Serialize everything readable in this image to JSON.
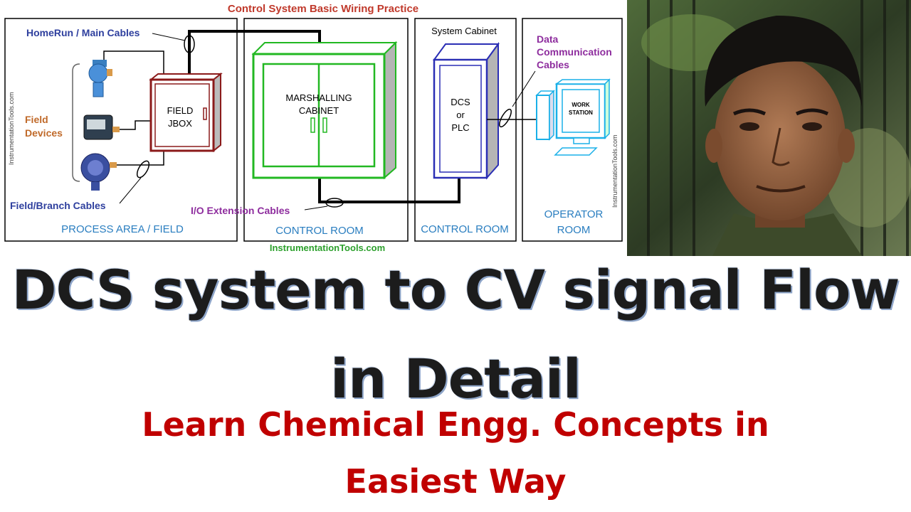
{
  "diagram": {
    "title": "Control System Basic Wiring Practice",
    "watermark_left": "InstrumentationTools.com",
    "watermark_right": "InstrumentationTools.com",
    "footer_url": "InstrumentationTools.com",
    "labels": {
      "homerun": "HomeRun / Main Cables",
      "field_devices_line1": "Field",
      "field_devices_line2": "Devices",
      "field_jbox_line1": "FIELD",
      "field_jbox_line2": "JBOX",
      "field_branch": "Field/Branch Cables",
      "marshalling_line1": "MARSHALLING",
      "marshalling_line2": "CABINET",
      "io_extension": "I/O Extension Cables",
      "system_cabinet": "System Cabinet",
      "dcs_line1": "DCS",
      "dcs_line2": "or",
      "dcs_line3": "PLC",
      "data_comm_line1": "Data",
      "data_comm_line2": "Communication",
      "data_comm_line3": "Cables",
      "workstation_line1": "WORK",
      "workstation_line2": "STATION"
    },
    "zones": {
      "process": "PROCESS AREA / FIELD",
      "control1": "CONTROL ROOM",
      "control2": "CONTROL ROOM",
      "operator_line1": "OPERATOR",
      "operator_line2": "ROOM"
    },
    "colors": {
      "title": "#c0392b",
      "label_blue": "#2e3f9e",
      "label_purple": "#8e2d9e",
      "label_brown": "#c06a2a",
      "zone_text": "#2a7ec0",
      "jbox": "#8b1a1a",
      "marshalling": "#22b822",
      "dcs": "#2b2fb5",
      "workstation": "#1ab0e8",
      "footer": "#2ca02c"
    }
  },
  "headline": {
    "line1": "DCS system to CV signal Flow",
    "line2": "in Detail"
  },
  "subtitle": {
    "line1": "Learn Chemical Engg. Concepts in",
    "line2": "Easiest Way"
  },
  "photo": {
    "icon": "presenter-photo"
  }
}
